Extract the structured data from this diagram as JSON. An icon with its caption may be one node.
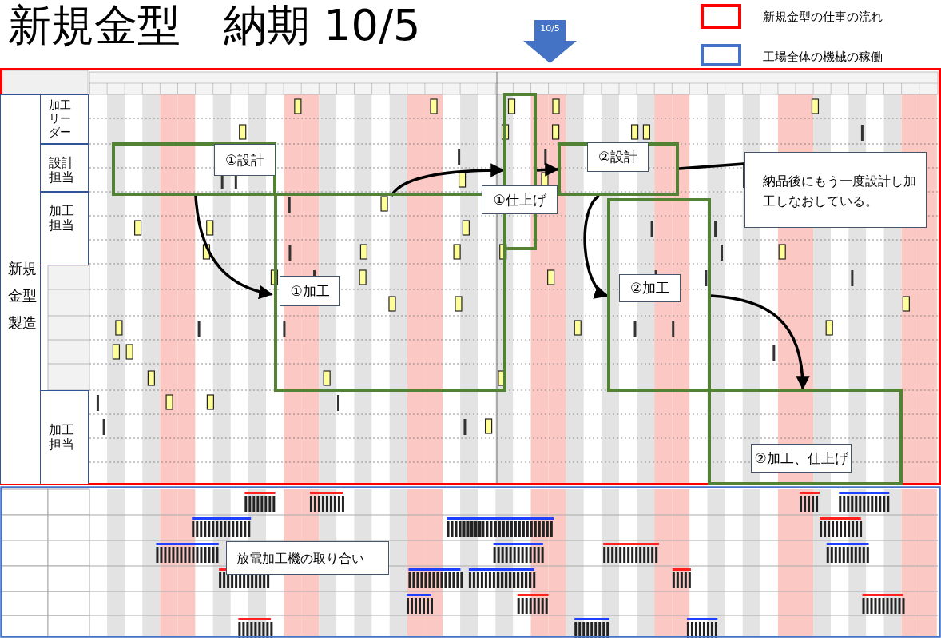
{
  "diagram": {
    "title": "新規金型　納期 10/5",
    "nodes": [
      {
        "text": [
          "10/5"
        ]
      },
      {
        "text": [
          "新規金型製造"
        ]
      },
      {
        "text": [
          "加工リーダー"
        ]
      },
      {
        "text": [
          "設計担当"
        ]
      },
      {
        "text": [
          "加工担当"
        ]
      },
      {
        "text": [
          "加工担当"
        ]
      },
      {
        "text": [
          "①設計"
        ]
      },
      {
        "text": [
          "①加工"
        ]
      },
      {
        "text": [
          "①仕上げ"
        ]
      },
      {
        "text": [
          "②設計"
        ]
      },
      {
        "text": [
          "②加工"
        ]
      },
      {
        "text": [
          "②加工、仕上げ"
        ]
      },
      {
        "text": [
          "納品後にもう一度設計し加工しなおしている。"
        ]
      },
      {
        "text": [
          "放電加工機の取り合い"
        ]
      }
    ],
    "edges": [
      {
        "from": 6,
        "to": 7,
        "arrow": "to"
      },
      {
        "from": 7,
        "to": 8,
        "arrow": "to"
      },
      {
        "from": 8,
        "to": 9,
        "arrow": "to"
      },
      {
        "from": 9,
        "to": 10,
        "arrow": "to"
      },
      {
        "from": 10,
        "to": 11,
        "arrow": "to"
      },
      {
        "from": 12,
        "to": 9,
        "arrow": "none"
      }
    ],
    "legend": [
      {
        "text": "新規金型の仕事の流れ",
        "color": "#ff0000"
      },
      {
        "text": "工場全体の機械の稼働",
        "color": "#4472c4"
      }
    ]
  }
}
